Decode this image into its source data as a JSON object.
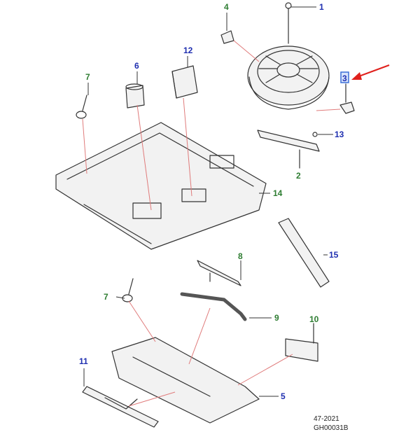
{
  "colors": {
    "green": "#2e7d32",
    "blue": "#1f2fb0",
    "leader_red": "#e07b7b",
    "arrow_red": "#e0201c",
    "part_stroke": "#333333",
    "part_fill": "#f2f2f2",
    "highlight": "#3a6fd8"
  },
  "callouts": [
    {
      "id": "1",
      "text": "1",
      "color": "blue"
    },
    {
      "id": "2",
      "text": "2",
      "color": "green"
    },
    {
      "id": "3",
      "text": "3",
      "color": "blue"
    },
    {
      "id": "4",
      "text": "4",
      "color": "green"
    },
    {
      "id": "5",
      "text": "5",
      "color": "blue"
    },
    {
      "id": "6",
      "text": "6",
      "color": "blue"
    },
    {
      "id": "7a",
      "text": "7",
      "color": "green"
    },
    {
      "id": "7b",
      "text": "7",
      "color": "green"
    },
    {
      "id": "8",
      "text": "8",
      "color": "green"
    },
    {
      "id": "9",
      "text": "9",
      "color": "green"
    },
    {
      "id": "10",
      "text": "10",
      "color": "green"
    },
    {
      "id": "11",
      "text": "11",
      "color": "blue"
    },
    {
      "id": "12",
      "text": "12",
      "color": "blue"
    },
    {
      "id": "13",
      "text": "13",
      "color": "blue"
    },
    {
      "id": "14",
      "text": "14",
      "color": "green"
    },
    {
      "id": "15",
      "text": "15",
      "color": "blue"
    }
  ],
  "footer": {
    "date_code": "47-2021",
    "drawing_id": "GH00031B"
  },
  "icons": {
    "pointer": "red-arrow-icon"
  }
}
